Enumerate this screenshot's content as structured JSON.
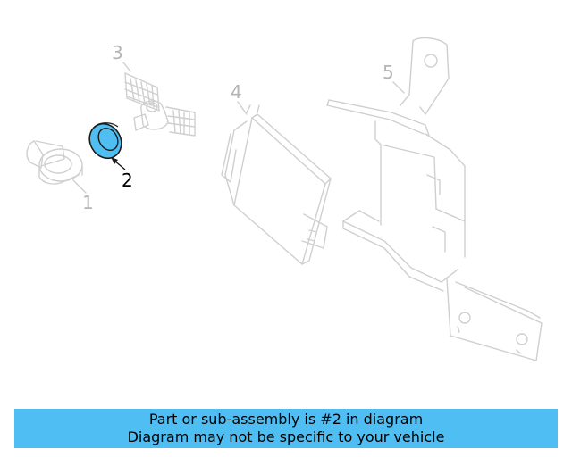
{
  "diagram": {
    "callouts": [
      {
        "number": "1",
        "highlighted": false
      },
      {
        "number": "2",
        "highlighted": true
      },
      {
        "number": "3",
        "highlighted": false
      },
      {
        "number": "4",
        "highlighted": false
      },
      {
        "number": "5",
        "highlighted": false
      }
    ],
    "colors": {
      "part_line": "#cfcfcf",
      "label_muted": "#b4b4b4",
      "highlight_fill": "#4fbef2",
      "highlight_stroke": "#1a1a1a",
      "banner_bg": "#4fbef2"
    }
  },
  "banner": {
    "line1": "Part or sub-assembly is #2 in diagram",
    "line2": "Diagram may not be specific to your vehicle"
  }
}
